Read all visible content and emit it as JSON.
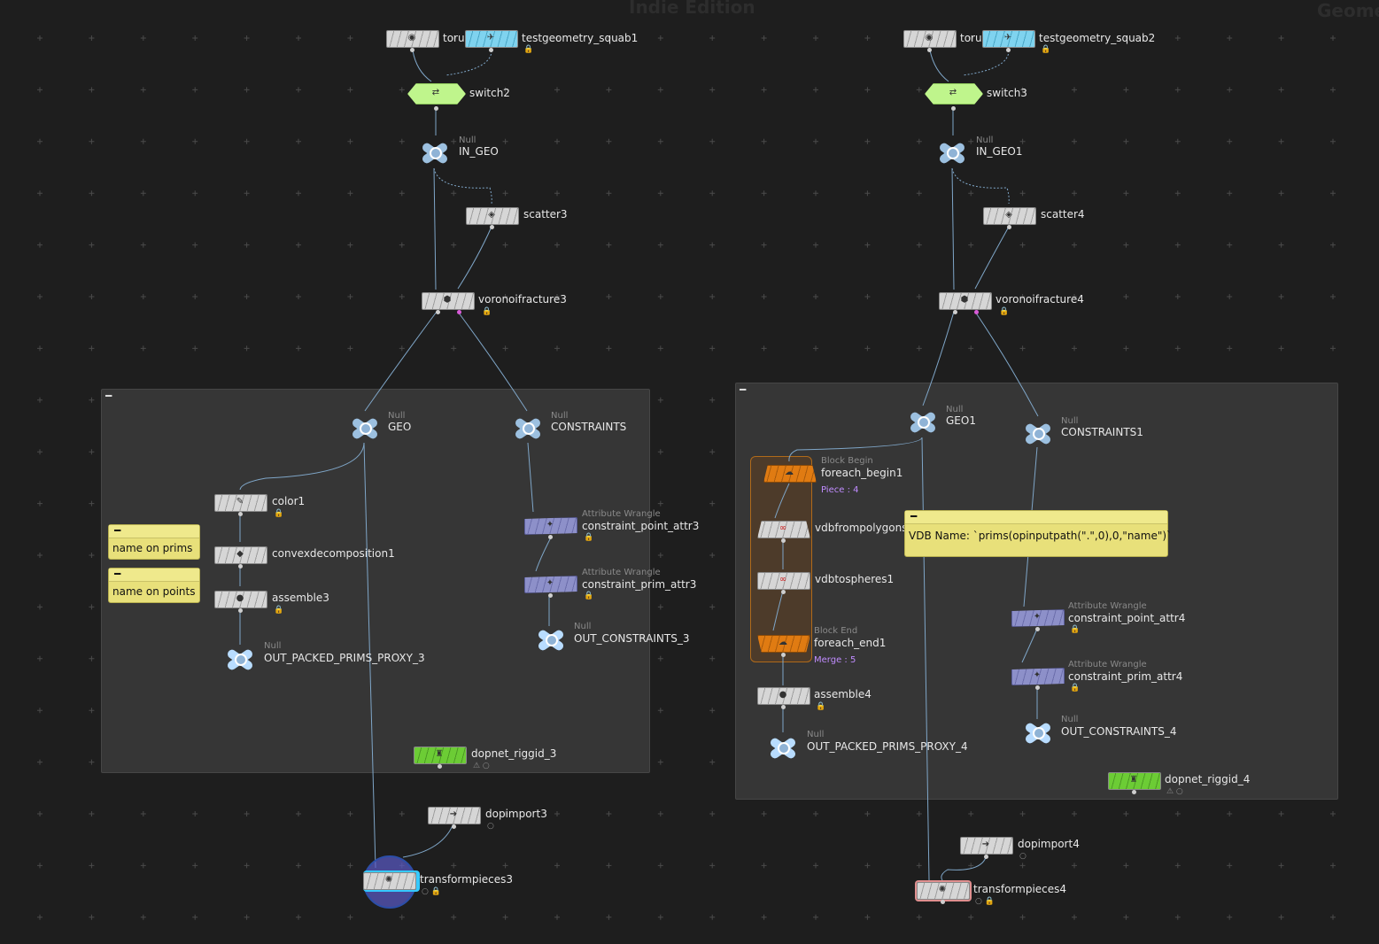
{
  "watermarks": {
    "edition": "Indie Edition",
    "context": "Geome"
  },
  "net_left": {
    "torus": "torus",
    "test": "testgeometry_squab1",
    "switch": "switch2",
    "in_geo": {
      "type": "Null",
      "name": "IN_GEO"
    },
    "scatter": "scatter3",
    "voronoi": "voronoifracture3",
    "geo": {
      "type": "Null",
      "name": "GEO"
    },
    "constraints": {
      "type": "Null",
      "name": "CONSTRAINTS"
    },
    "color": "color1",
    "convex": "convexdecomposition1",
    "assemble": "assemble3",
    "out_packed": {
      "type": "Null",
      "name": "OUT_PACKED_PRIMS_PROXY_3"
    },
    "cpoint": {
      "type": "Attribute Wrangle",
      "name": "constraint_point_attr3"
    },
    "cprim": {
      "type": "Attribute Wrangle",
      "name": "constraint_prim_attr3"
    },
    "out_constraints": {
      "type": "Null",
      "name": "OUT_CONSTRAINTS_3"
    },
    "dopnet": "dopnet_riggid_3",
    "dopimport": "dopimport3",
    "transform": "transformpieces3",
    "sticky_prims": "name on prims",
    "sticky_points": "name on points"
  },
  "net_right": {
    "torus": "torus",
    "test": "testgeometry_squab2",
    "switch": "switch3",
    "in_geo": {
      "type": "Null",
      "name": "IN_GEO1"
    },
    "scatter": "scatter4",
    "voronoi": "voronoifracture4",
    "geo": {
      "type": "Null",
      "name": "GEO1"
    },
    "constraints": {
      "type": "Null",
      "name": "CONSTRAINTS1"
    },
    "foreach_begin": {
      "type": "Block Begin",
      "name": "foreach_begin1",
      "extra": "Piece : 4"
    },
    "vdbfrom": "vdbfrompolygons1",
    "vdbto": "vdbtospheres1",
    "foreach_end": {
      "type": "Block End",
      "name": "foreach_end1",
      "extra": "Merge : 5"
    },
    "assemble": "assemble4",
    "out_packed": {
      "type": "Null",
      "name": "OUT_PACKED_PRIMS_PROXY_4"
    },
    "cpoint": {
      "type": "Attribute Wrangle",
      "name": "constraint_point_attr4"
    },
    "cprim": {
      "type": "Attribute Wrangle",
      "name": "constraint_prim_attr4"
    },
    "out_constraints": {
      "type": "Null",
      "name": "OUT_CONSTRAINTS_4"
    },
    "dopnet": "dopnet_riggid_4",
    "dopimport": "dopimport4",
    "transform": "transformpieces4",
    "sticky_vdb": "VDB Name: `prims(opinputpath(\".\",0),0,\"name\")`"
  },
  "colors": {
    "background": "#1e1e1e",
    "netbox": "#363636",
    "wire": "#7fa6c8",
    "sticky": "#e8e07a",
    "block": "#e07b12",
    "dopnet": "#6ccc35"
  }
}
